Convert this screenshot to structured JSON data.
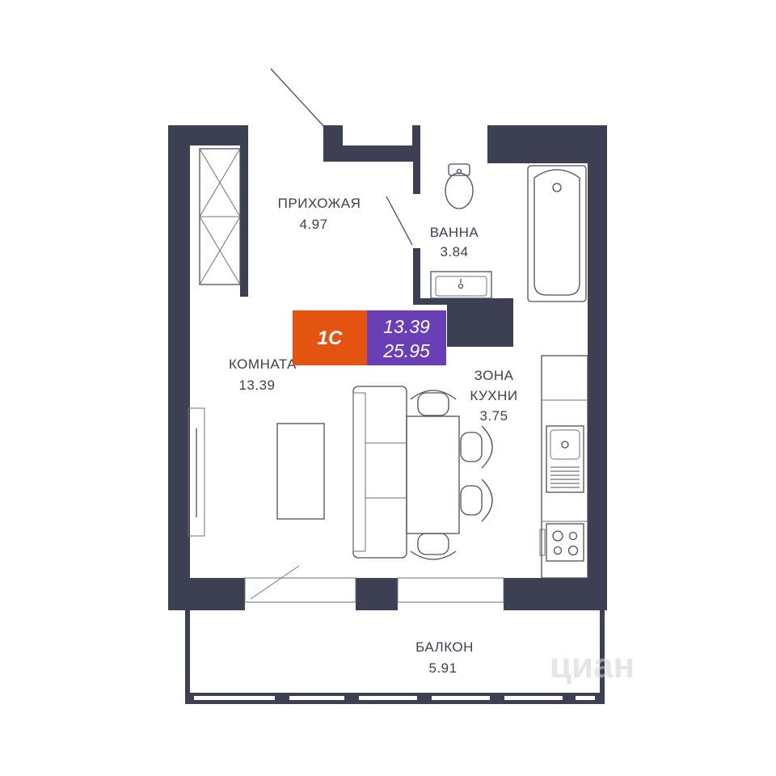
{
  "badge": {
    "type_label": "1С",
    "living_area": "13.39",
    "total_area": "25.95",
    "colors": {
      "type_bg": "#e2540f",
      "area_bg": "#6a3fb5"
    }
  },
  "rooms": {
    "hallway": {
      "name": "ПРИХОЖАЯ",
      "area": "4.97"
    },
    "bathroom": {
      "name": "ВАННА",
      "area": "3.84"
    },
    "room": {
      "name": "КОМНАТА",
      "area": "13.39"
    },
    "kitchen": {
      "name_line1": "ЗОНА",
      "name_line2": "КУХНИ",
      "area": "3.75"
    },
    "balcony": {
      "name": "БАЛКОН",
      "area": "5.91"
    }
  },
  "watermark": {
    "text": "циан"
  },
  "colors": {
    "wall": "#3d4053",
    "fixture_stroke": "#4a4d60"
  }
}
